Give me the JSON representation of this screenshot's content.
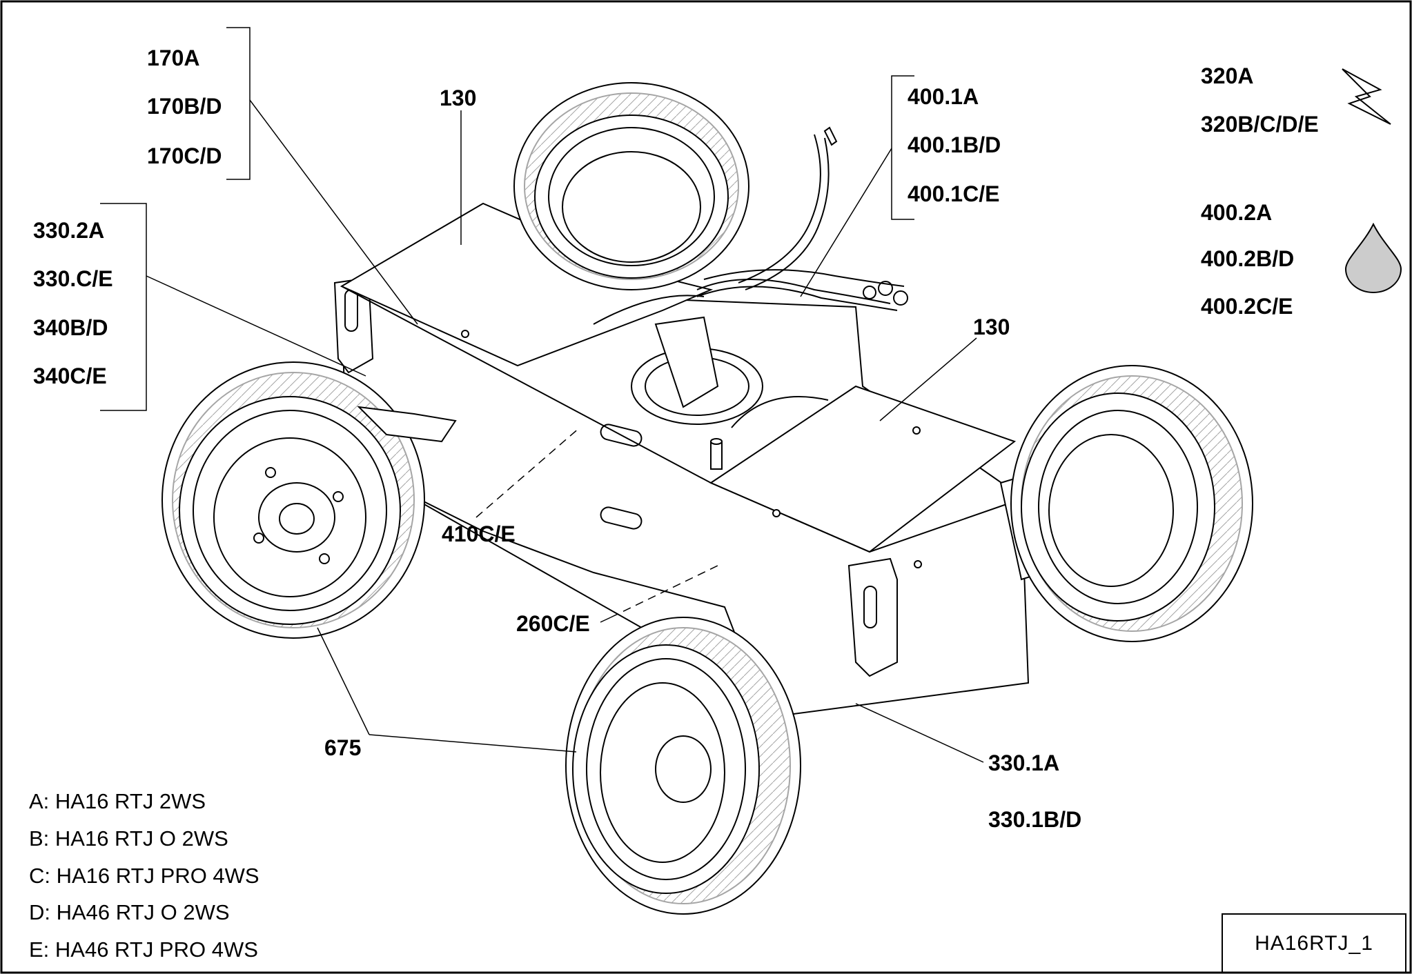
{
  "callouts": {
    "group_170": [
      "170A",
      "170B/D",
      "170C/D"
    ],
    "label_130_top": "130",
    "group_400_1": [
      "400.1A",
      "400.1B/D",
      "400.1C/E"
    ],
    "group_320": [
      "320A",
      "320B/C/D/E"
    ],
    "group_400_2": [
      "400.2A",
      "400.2B/D",
      "400.2C/E"
    ],
    "group_330_2": [
      "330.2A",
      "330.C/E",
      "340B/D",
      "340C/E"
    ],
    "label_130_right": "130",
    "label_410": "410C/E",
    "label_260": "260C/E",
    "label_675": "675",
    "group_330_1": [
      "330.1A",
      "330.1B/D"
    ]
  },
  "variants": [
    "A: HA16 RTJ 2WS",
    "B: HA16 RTJ O 2WS",
    "C: HA16 RTJ PRO 4WS",
    "D: HA46 RTJ O 2WS",
    "E: HA46 RTJ PRO 4WS"
  ],
  "drawing_id": "HA16RTJ_1",
  "icons": {
    "electric": "lightning-icon",
    "hydraulic": "oil-drop-icon"
  },
  "colors": {
    "line": "#000000",
    "drop_fill": "#cccccc",
    "background": "#ffffff"
  }
}
